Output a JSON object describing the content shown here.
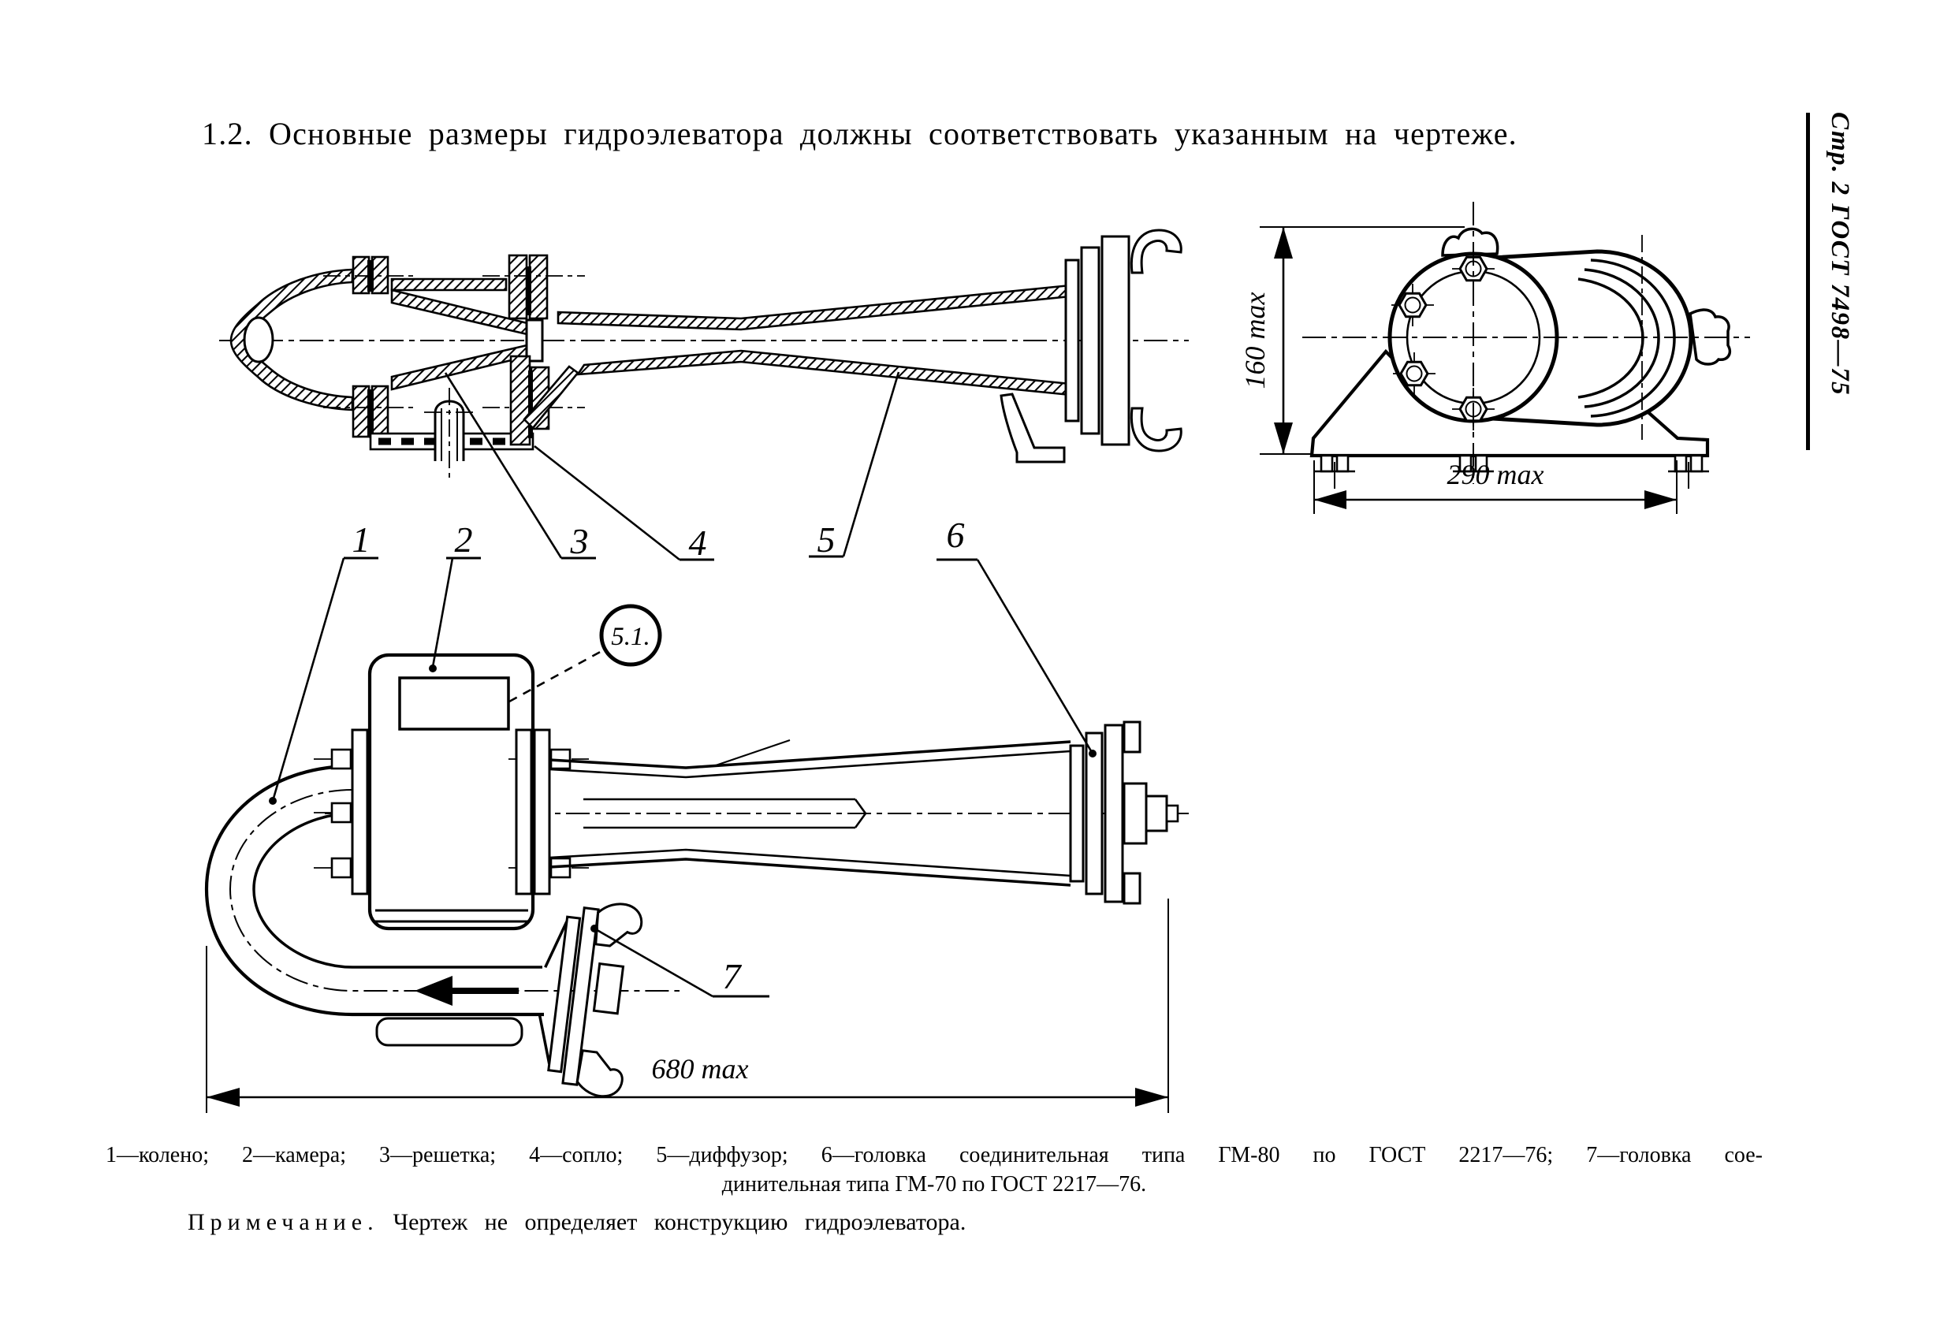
{
  "page": {
    "title": "1.2. Основные размеры гидроэлеватора должны соответствовать указанным на чертеже.",
    "margin_header": "Стр. 2 ГОСТ 7498—75"
  },
  "figure": {
    "callout_label": "5.1.",
    "part_labels": [
      "1",
      "2",
      "3",
      "4",
      "5",
      "6",
      "7"
    ],
    "dim_height": "160 max",
    "dim_width": "290 max",
    "dim_length": "680 max"
  },
  "caption": {
    "legend_line1": "1—колено; 2—камера; 3—решетка; 4—сопло; 5—диффузор; 6—головка соединительная типа ГМ-80 по ГОСТ 2217—76; 7—головка сое-",
    "legend_line2": "динительная типа ГМ-70 по ГОСТ 2217—76.",
    "note_label": "Примечание.",
    "note_text": "Чертеж не определяет конструкцию гидроэлеватора."
  }
}
